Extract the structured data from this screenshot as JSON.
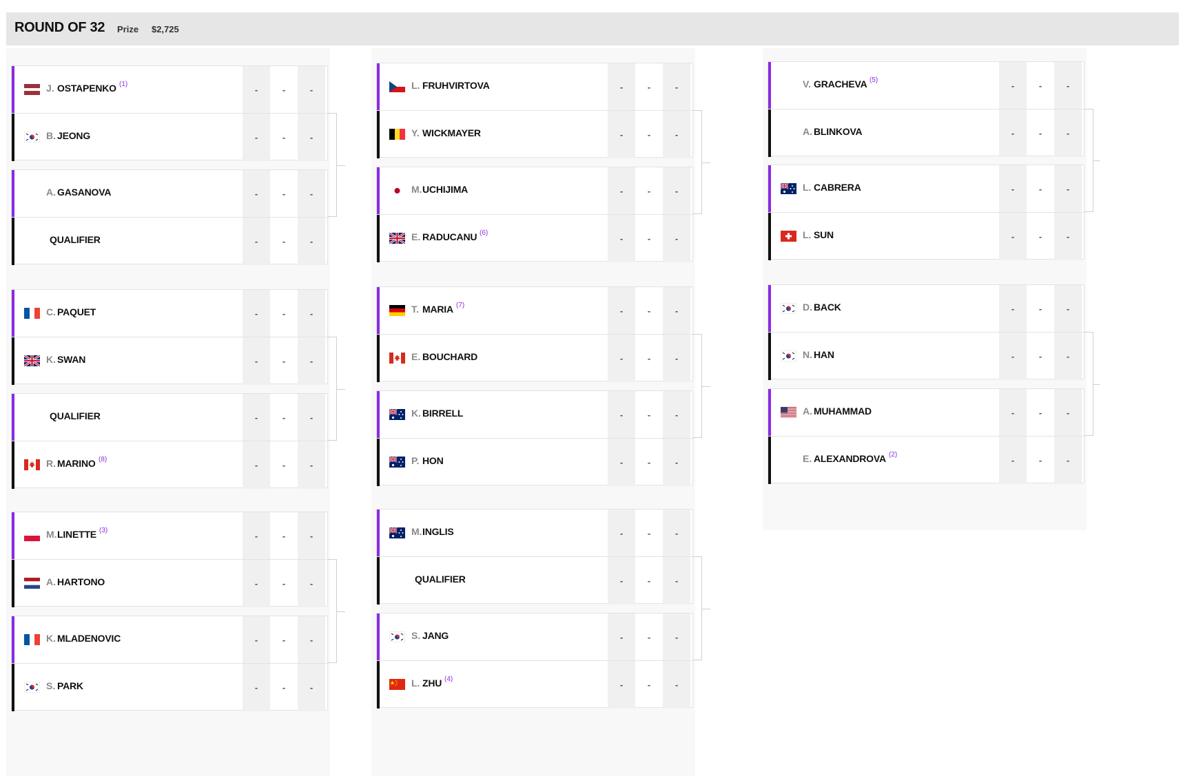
{
  "header": {
    "title": "ROUND OF 32",
    "prize_label": "Prize",
    "prize_value": "$2,725"
  },
  "colors": {
    "accent": "#8a2be2",
    "loser_bar": "#111111",
    "header_bg": "#e6e6e6",
    "score_shade": "#f0f0f0"
  },
  "columns": [
    {
      "matches": [
        {
          "players": [
            {
              "flag": "LV",
              "initial": "J.",
              "name": "OSTAPENKO",
              "seed": "(1)",
              "scores": [
                "-",
                "-",
                "-"
              ]
            },
            {
              "flag": "KR",
              "initial": "B.",
              "name": "JEONG",
              "seed": "",
              "scores": [
                "-",
                "-",
                "-"
              ]
            }
          ]
        },
        {
          "players": [
            {
              "flag": "",
              "initial": "A.",
              "name": "GASANOVA",
              "seed": "",
              "scores": [
                "-",
                "-",
                "-"
              ]
            },
            {
              "flag": "",
              "initial": "",
              "name": "QUALIFIER",
              "seed": "",
              "scores": [
                "-",
                "-",
                "-"
              ]
            }
          ]
        },
        {
          "players": [
            {
              "flag": "FR",
              "initial": "C.",
              "name": "PAQUET",
              "seed": "",
              "scores": [
                "-",
                "-",
                "-"
              ]
            },
            {
              "flag": "GB",
              "initial": "K.",
              "name": "SWAN",
              "seed": "",
              "scores": [
                "-",
                "-",
                "-"
              ]
            }
          ]
        },
        {
          "players": [
            {
              "flag": "",
              "initial": "",
              "name": "QUALIFIER",
              "seed": "",
              "scores": [
                "-",
                "-",
                "-"
              ]
            },
            {
              "flag": "CA",
              "initial": "R.",
              "name": "MARINO",
              "seed": "(8)",
              "scores": [
                "-",
                "-",
                "-"
              ]
            }
          ]
        },
        {
          "players": [
            {
              "flag": "PL",
              "initial": "M.",
              "name": "LINETTE",
              "seed": "(3)",
              "scores": [
                "-",
                "-",
                "-"
              ]
            },
            {
              "flag": "NL",
              "initial": "A.",
              "name": "HARTONO",
              "seed": "",
              "scores": [
                "-",
                "-",
                "-"
              ]
            }
          ]
        },
        {
          "players": [
            {
              "flag": "FR",
              "initial": "K.",
              "name": "MLADENOVIC",
              "seed": "",
              "scores": [
                "-",
                "-",
                "-"
              ]
            },
            {
              "flag": "KR",
              "initial": "S.",
              "name": "PARK",
              "seed": "",
              "scores": [
                "-",
                "-",
                "-"
              ]
            }
          ]
        }
      ]
    },
    {
      "matches": [
        {
          "players": [
            {
              "flag": "CZ",
              "initial": "L.",
              "name": "FRUHVIRTOVA",
              "seed": "",
              "scores": [
                "-",
                "-",
                "-"
              ]
            },
            {
              "flag": "BE",
              "initial": "Y.",
              "name": "WICKMAYER",
              "seed": "",
              "scores": [
                "-",
                "-",
                "-"
              ]
            }
          ]
        },
        {
          "players": [
            {
              "flag": "JP",
              "initial": "M.",
              "name": "UCHIJIMA",
              "seed": "",
              "scores": [
                "-",
                "-",
                "-"
              ]
            },
            {
              "flag": "GB",
              "initial": "E.",
              "name": "RADUCANU",
              "seed": "(6)",
              "scores": [
                "-",
                "-",
                "-"
              ]
            }
          ]
        },
        {
          "players": [
            {
              "flag": "DE",
              "initial": "T.",
              "name": "MARIA",
              "seed": "(7)",
              "scores": [
                "-",
                "-",
                "-"
              ]
            },
            {
              "flag": "CA",
              "initial": "E.",
              "name": "BOUCHARD",
              "seed": "",
              "scores": [
                "-",
                "-",
                "-"
              ]
            }
          ]
        },
        {
          "players": [
            {
              "flag": "AU",
              "initial": "K.",
              "name": "BIRRELL",
              "seed": "",
              "scores": [
                "-",
                "-",
                "-"
              ]
            },
            {
              "flag": "AU",
              "initial": "P.",
              "name": "HON",
              "seed": "",
              "scores": [
                "-",
                "-",
                "-"
              ]
            }
          ]
        },
        {
          "players": [
            {
              "flag": "AU",
              "initial": "M.",
              "name": "INGLIS",
              "seed": "",
              "scores": [
                "-",
                "-",
                "-"
              ]
            },
            {
              "flag": "",
              "initial": "",
              "name": "QUALIFIER",
              "seed": "",
              "scores": [
                "-",
                "-",
                "-"
              ]
            }
          ]
        },
        {
          "players": [
            {
              "flag": "KR",
              "initial": "S.",
              "name": "JANG",
              "seed": "",
              "scores": [
                "-",
                "-",
                "-"
              ]
            },
            {
              "flag": "CN",
              "initial": "L.",
              "name": "ZHU",
              "seed": "(4)",
              "scores": [
                "-",
                "-",
                "-"
              ]
            }
          ]
        }
      ]
    },
    {
      "matches": [
        {
          "players": [
            {
              "flag": "",
              "initial": "V.",
              "name": "GRACHEVA",
              "seed": "(5)",
              "scores": [
                "-",
                "-",
                "-"
              ]
            },
            {
              "flag": "",
              "initial": "A.",
              "name": "BLINKOVA",
              "seed": "",
              "scores": [
                "-",
                "-",
                "-"
              ]
            }
          ]
        },
        {
          "players": [
            {
              "flag": "AU",
              "initial": "L.",
              "name": "CABRERA",
              "seed": "",
              "scores": [
                "-",
                "-",
                "-"
              ]
            },
            {
              "flag": "CH",
              "initial": "L.",
              "name": "SUN",
              "seed": "",
              "scores": [
                "-",
                "-",
                "-"
              ]
            }
          ]
        },
        {
          "players": [
            {
              "flag": "KR",
              "initial": "D.",
              "name": "BACK",
              "seed": "",
              "scores": [
                "-",
                "-",
                "-"
              ]
            },
            {
              "flag": "KR",
              "initial": "N.",
              "name": "HAN",
              "seed": "",
              "scores": [
                "-",
                "-",
                "-"
              ]
            }
          ]
        },
        {
          "players": [
            {
              "flag": "US",
              "initial": "A.",
              "name": "MUHAMMAD",
              "seed": "",
              "scores": [
                "-",
                "-",
                "-"
              ]
            },
            {
              "flag": "",
              "initial": "E.",
              "name": "ALEXANDROVA",
              "seed": "(2)",
              "scores": [
                "-",
                "-",
                "-"
              ]
            }
          ]
        }
      ]
    }
  ]
}
